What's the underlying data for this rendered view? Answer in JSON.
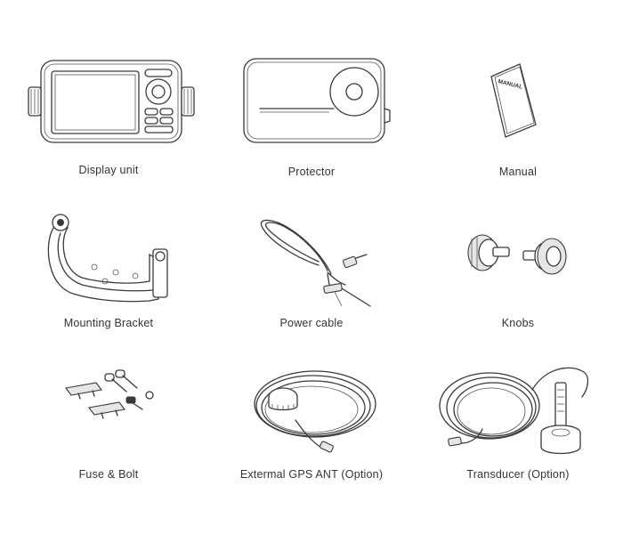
{
  "items": [
    {
      "label": "Display unit",
      "icon": "display-unit"
    },
    {
      "label": "Protector",
      "icon": "protector"
    },
    {
      "label": "Manual",
      "icon": "manual",
      "cover_text": "MANUAL"
    },
    {
      "label": "Mounting Bracket",
      "icon": "mounting-bracket"
    },
    {
      "label": "Power cable",
      "icon": "power-cable"
    },
    {
      "label": "Knobs",
      "icon": "knobs"
    },
    {
      "label": "Fuse & Bolt",
      "icon": "fuse-and-bolt"
    },
    {
      "label": "Extermal GPS ANT (Option)",
      "icon": "gps-antenna"
    },
    {
      "label": "Transducer (Option)",
      "icon": "transducer"
    }
  ]
}
